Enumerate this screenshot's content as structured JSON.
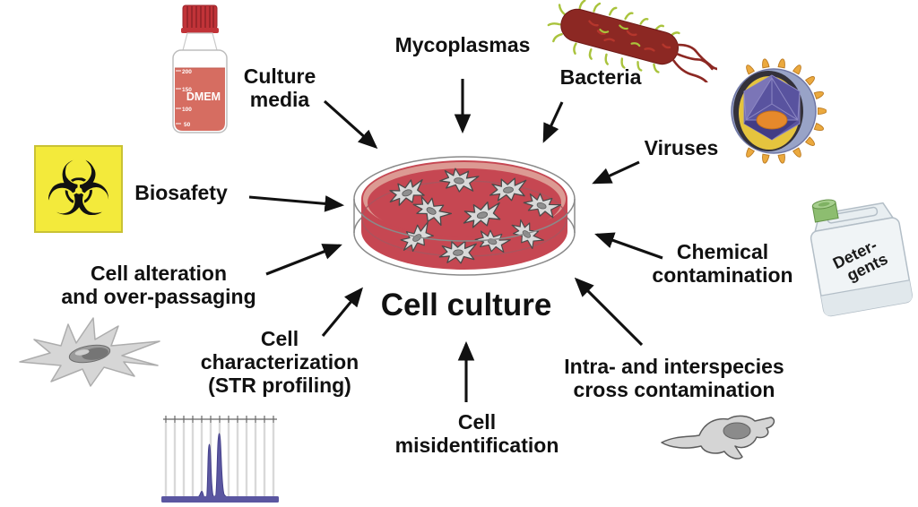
{
  "diagram_title": "Cell culture",
  "labels": {
    "culture_media": [
      "Culture",
      "media"
    ],
    "mycoplasmas": [
      "Mycoplasmas"
    ],
    "bacteria": [
      "Bacteria"
    ],
    "viruses": [
      "Viruses"
    ],
    "chemical_contamination": [
      "Chemical",
      "contamination"
    ],
    "intra_interspecies": [
      "Intra- and interspecies",
      "cross contamination"
    ],
    "cell_misidentification": [
      "Cell",
      "misidentification"
    ],
    "cell_characterization": [
      "Cell",
      "characterization",
      "(STR profiling)"
    ],
    "cell_alteration": [
      "Cell alteration",
      "and over-passaging"
    ],
    "biosafety": [
      "Biosafety"
    ]
  },
  "media_bottle": {
    "name": "DMEM",
    "graduations": [
      "200",
      "150",
      "100",
      "50"
    ]
  },
  "detergent_jug": {
    "label_line1": "Deter-",
    "label_line2": "gents"
  },
  "biohazard_symbol": "☣",
  "colors": {
    "medium_red": "#c64752",
    "medium_rim_pink": "#dc9a93",
    "biohazard_yellow": "#f3ea3b",
    "bottle_liquid_red": "#d66d61",
    "bottle_cap_red": "#c13338",
    "bacterium_red": "#8c2823",
    "pili_green": "#a9c33c",
    "virus_shell_blue": "#98a3c7",
    "virus_spike_orange": "#eba93e",
    "virus_capsid_purple": "#59539f",
    "virus_core_orange": "#e6892b",
    "str_trace_purple": "#5b57a1",
    "jug_cap_green": "#8dbd70",
    "cell_gray": "#d6d6d6",
    "arrow_black": "#111111"
  }
}
